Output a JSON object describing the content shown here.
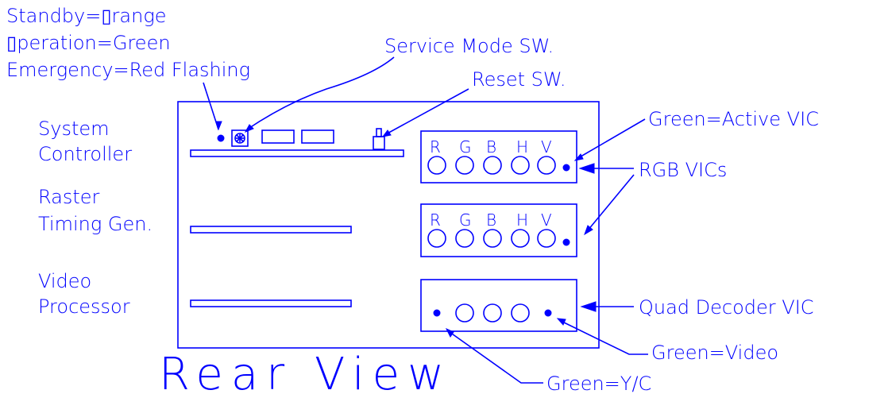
{
  "status_legend": {
    "line1": "Standby=▯range",
    "line2": "▯peration=Green",
    "line3": "Emergency=Red Flashing"
  },
  "callouts": {
    "service_mode_sw": "Service Mode SW.",
    "reset_sw": "Reset SW.",
    "active_vic": "Green=Active VIC",
    "rgb_vics": "RGB VICs",
    "quad_decoder_vic": "Quad Decoder VIC",
    "green_video": "Green=Video",
    "green_yc": "Green=Y/C"
  },
  "slots": {
    "system_controller": [
      "System",
      "Controller"
    ],
    "raster_timing": [
      "Raster",
      "Timing Gen."
    ],
    "video_processor": [
      "Video",
      "Processor"
    ]
  },
  "rgb_channels": [
    "R",
    "G",
    "B",
    "H",
    "V"
  ],
  "title": "Rear View",
  "colors": {
    "line": "#0000ff",
    "background": "#ffffff"
  }
}
